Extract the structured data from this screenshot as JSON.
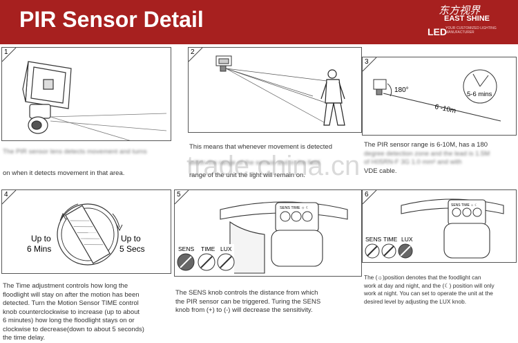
{
  "header": {
    "title": "PIR Sensor Detail",
    "logo_cn": "东方视界",
    "logo_en": "EAST SHINE",
    "logo_led": "LED",
    "logo_tagline": "YOUR CUSTOMIZED LIGHTING MANUFACTURER"
  },
  "watermark": "trade.china.cn",
  "panels": [
    {
      "number": "1",
      "caption_lines": [
        "on when it detects movement in that area."
      ]
    },
    {
      "number": "2",
      "caption_lines": [
        "This means that whenever movement is detected",
        "range of the unit the light will remain on."
      ]
    },
    {
      "number": "3",
      "angle_label": "180°",
      "range_label": "6 -10m",
      "time_label": "5-6 mins",
      "caption_lines": [
        "The PIR sensor range is 6-10M, has a 180",
        "VDE cable."
      ]
    },
    {
      "number": "4",
      "left_label_1": "Up to",
      "left_label_2": "6 Mins",
      "right_label_1": "Up to",
      "right_label_2": "5 Secs",
      "caption_lines": [
        "The Time adjustment controls how long the",
        "floodlight will stay on after the motion has been",
        "detected. Turn the Motion Sensor TIME control",
        "knob counterclockwise to increase (up to about",
        "6 minutes) how long the floodlight stays on or",
        "clockwise to decrease(down to about 5 seconds)",
        "the time delay."
      ]
    },
    {
      "number": "5",
      "knob_sens": "SENS",
      "knob_time": "TIME",
      "knob_lux": "LUX",
      "caption_lines": [
        "The SENS knob controls the distance from which",
        "the PIR sensor can be triggered. Turing the SENS",
        "knob from (+) to (-) will decrease the sensitivity."
      ]
    },
    {
      "number": "6",
      "knob_sens": "SENS",
      "knob_time": "TIME",
      "knob_lux": "LUX",
      "caption_lines": [
        "The (☼)position denotes that the foodlight can",
        "work at day and night, and the (☾) position will only",
        "work at night. You can set to operate the unit at the",
        "desired level by adjusting the LUX knob."
      ]
    }
  ]
}
